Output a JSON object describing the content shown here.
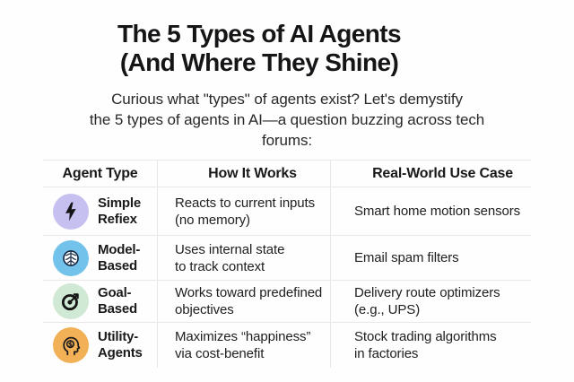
{
  "title": {
    "line1": "The 5 Types of AI Agents",
    "line2": "(And Where They Shine)"
  },
  "subtitle": "Curious what \"types\" of agents exist? Let's demystify\nthe 5 types of agents in AI—a question buzzing across tech\nforums:",
  "table": {
    "headers": [
      "Agent Type",
      "How It Works",
      "Real-World Use Case"
    ],
    "rows": [
      {
        "icon": "zap-icon",
        "icon_bg": "#c6c0f0",
        "agent_type": "Simple\nRefiex",
        "how_it_works": "Reacts to current inputs\n(no memory)",
        "use_case": "Smart home motion sensors"
      },
      {
        "icon": "brain-icon",
        "icon_bg": "#73c2ec",
        "agent_type": "Model-\nBased",
        "how_it_works": "Uses internal state\nto track context",
        "use_case": "Email spam filters"
      },
      {
        "icon": "goal-target-icon",
        "icon_bg": "#cfe9d4",
        "agent_type": "Goal-\nBased",
        "how_it_works": "Works toward predefined\nobjectives",
        "use_case": "Delivery route optimizers\n(e.g., UPS)"
      },
      {
        "icon": "head-dollar-icon",
        "icon_bg": "#f2b157",
        "agent_type": "Utility-\nAgents",
        "how_it_works": "Maximizes “happiness”\nvia cost-benefit",
        "use_case": "Stock trading algorithms\nin factories"
      }
    ]
  },
  "colors": {
    "background": "#fefefe",
    "text": "#1b1b1d",
    "table_line": "#e8e8ea",
    "icon_simple_reflex": "#c6c0f0",
    "icon_model_based": "#73c2ec",
    "icon_goal_based": "#cfe9d4",
    "icon_utility_agents": "#f2b157"
  }
}
